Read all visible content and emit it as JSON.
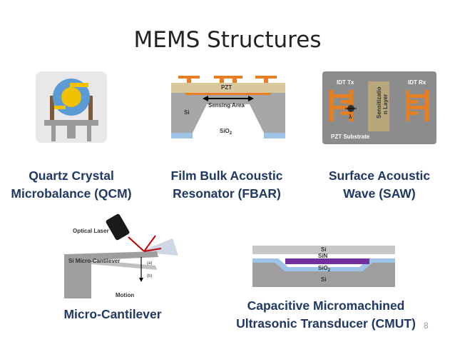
{
  "title": "MEMS Structures",
  "page_number": "8",
  "qcm": {
    "caption": "Quartz Crystal\nMicrobalance (QCM)"
  },
  "fbar": {
    "caption": "Film Bulk Acoustic\nResonator (FBAR)",
    "pzt_label": "PZT",
    "sensing_label": "Sensing Area",
    "si_label": "Si",
    "sio2_label": "SiO",
    "sio2_sub": "2"
  },
  "saw": {
    "caption": "Surface Acoustic\nWave (SAW)",
    "tx_label": "IDT Tx",
    "rx_label": "IDT Rx",
    "layer_line1": "Sensitizatio",
    "layer_line2": "n Layer",
    "lambda_label": "λ",
    "substrate_label": "PZT Substrate"
  },
  "cantilever": {
    "caption": "Micro-Cantilever",
    "laser_label": "Optical Laser",
    "beam_label": "Si Micro-Cantilever",
    "a_label": "(a)",
    "b_label": "(b)",
    "motion_label": "Motion"
  },
  "cmut": {
    "caption": "Capacitive Micromachined\nUltrasonic Transducer (CMUT)",
    "si_top": "Si",
    "sin_label": "SiN",
    "sio2_label": "SiO",
    "sio2_sub": "2",
    "si_bottom": "Si"
  },
  "colors": {
    "electrode": "#e67e22",
    "silicon": "#9e9e9e",
    "pzt": "#d9c89e",
    "sio2": "#9dc3e6",
    "sin": "#7030a0",
    "caption": "#1f3864",
    "arrow": "#c00000"
  }
}
